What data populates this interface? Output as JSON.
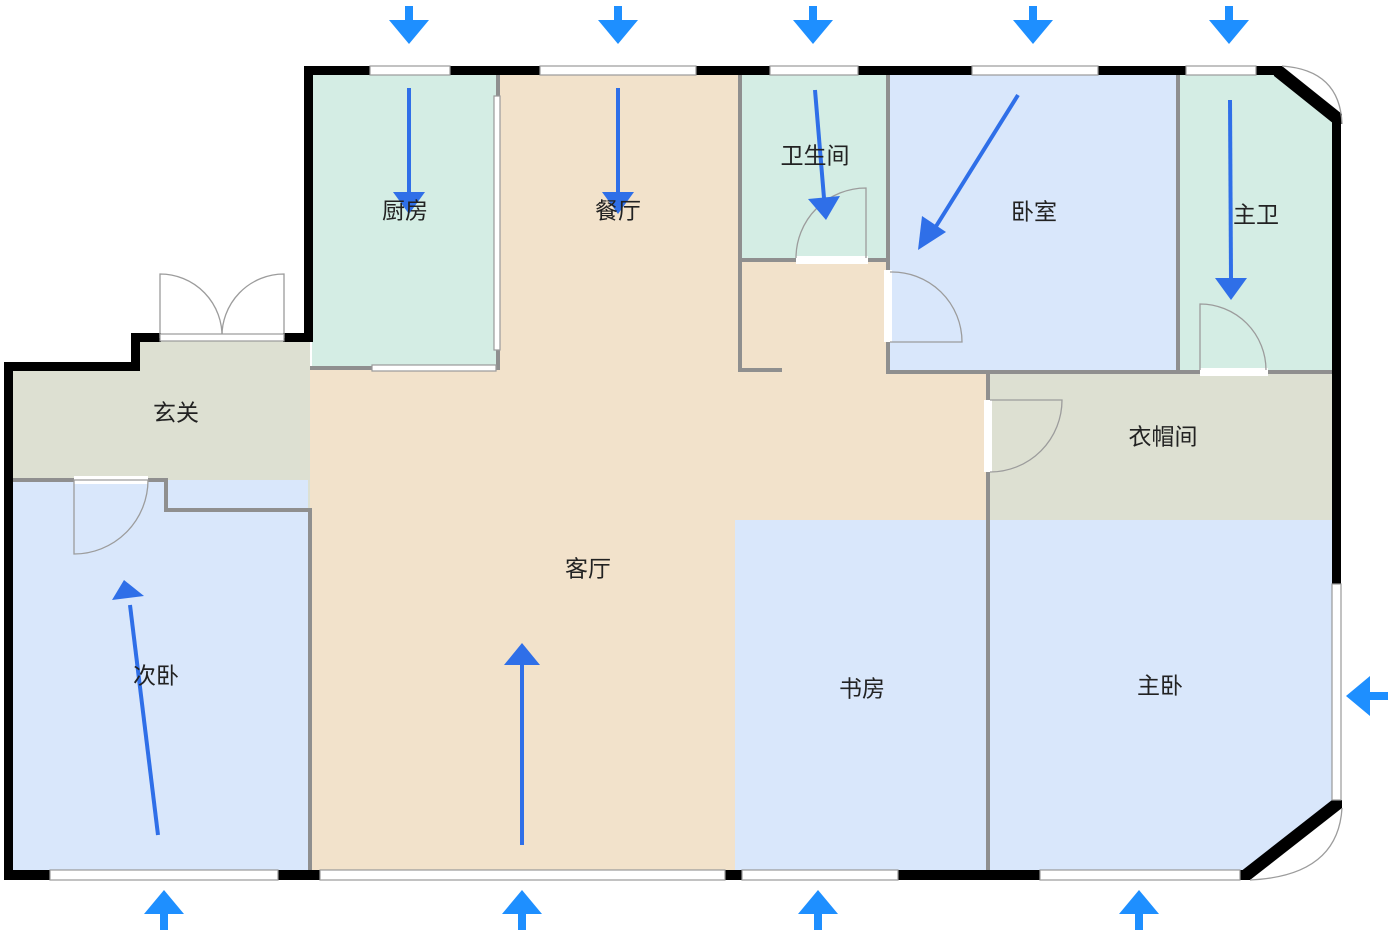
{
  "plan_title": "",
  "rooms": {
    "kitchen": "厨房",
    "dining": "餐厅",
    "toilet": "卫生间",
    "bedroom": "卧室",
    "master_bath": "主卫",
    "foyer": "玄关",
    "cloakroom": "衣帽间",
    "living": "客厅",
    "second_bedroom": "次卧",
    "study": "书房",
    "master_bedroom": "主卧"
  },
  "colors": {
    "wet_room": "#d4ede4",
    "living_zone": "#f2e2cb",
    "bedroom_zone": "#d9e7fb",
    "hall_zone": "#dde0d2",
    "wall": "#000000",
    "light_arrow": "#1e8fff",
    "sun_arrow": "#2f6fe8"
  },
  "icons": {
    "light": "light-direction-arrow-icon",
    "sun": "sun-path-arrow-icon",
    "door": "door-swing-icon"
  }
}
